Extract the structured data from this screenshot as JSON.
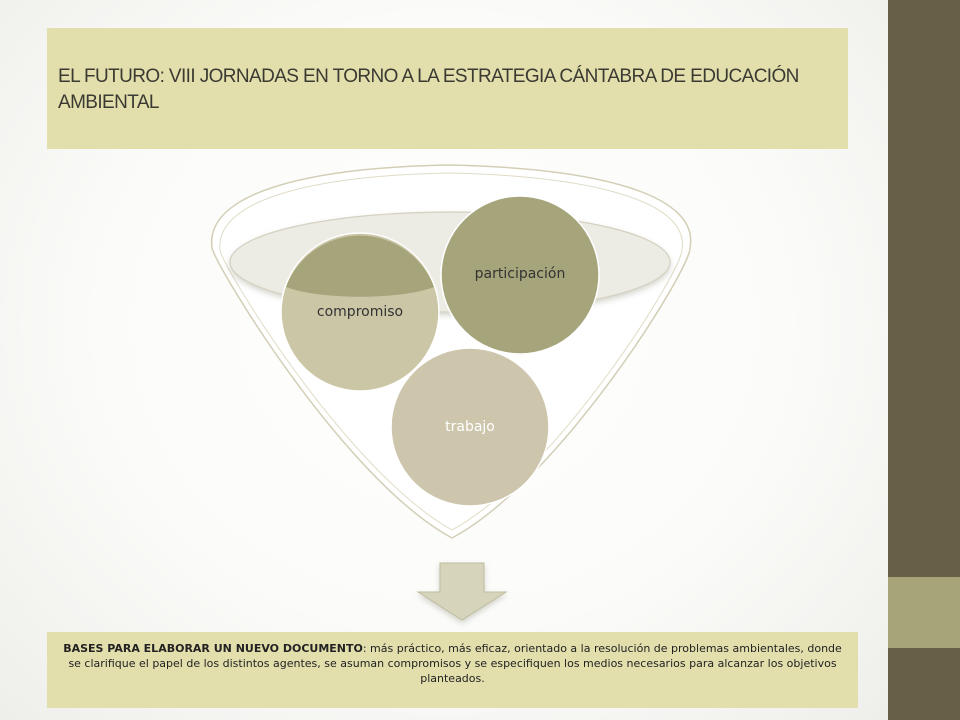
{
  "title": "EL FUTURO: VIII JORNADAS EN TORNO A LA ESTRATEGIA CÁNTABRA DE EDUCACIÓN AMBIENTAL",
  "diagram": {
    "type": "funnel",
    "circles": [
      {
        "label": "compromiso"
      },
      {
        "label": "participación"
      },
      {
        "label": "trabajo"
      }
    ]
  },
  "bottom_box": {
    "lead": "BASES PARA ELABORAR UN NUEVO DOCUMENTO",
    "text": ": más práctico, más eficaz, orientado a la resolución de problemas ambientales, donde se clarifique el papel de los distintos agentes, se asuman compromisos y se especifiquen los medios necesarios para alcanzar los objetivos planteados."
  },
  "colors": {
    "sidebar": "#675f48",
    "sidebar_accent": "#a8a47a",
    "title_band": "#e3dfad",
    "circle_dark": "#a6a47a",
    "circle_light": "#cbc7a6",
    "circle_trabajo": "#cdc6ad",
    "arrow": "#d6d4ba"
  }
}
